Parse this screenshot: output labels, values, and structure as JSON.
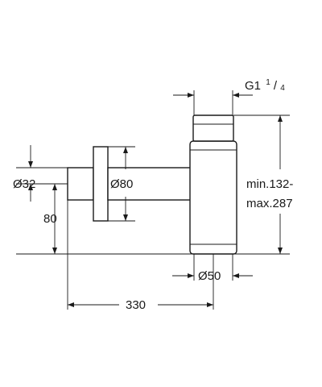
{
  "diagram": {
    "labels": {
      "thread_main": "G1",
      "thread_num": "1",
      "thread_sep": "/",
      "thread_den": "4",
      "d32": "Ø32",
      "d80": "Ø80",
      "h80": "80",
      "height_min": "min.132-",
      "height_max": "max.287",
      "d50": "Ø50",
      "len330": "330"
    },
    "colors": {
      "line": "#1a1a1a",
      "background": "#ffffff"
    }
  }
}
